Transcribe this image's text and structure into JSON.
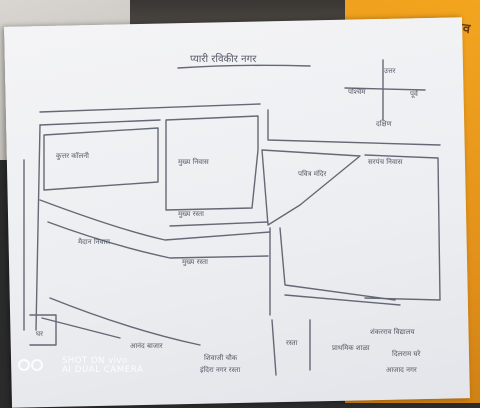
{
  "watermark": {
    "line1": "SHOT ON vivo",
    "line2": "AI DUAL CAMERA"
  },
  "folder_text": "ाव",
  "map_labels": {
    "title": "प्यारी रविकीर नगर",
    "compass_north": "उत्तर",
    "compass_west": "पश्चिम",
    "compass_east": "पूर्व",
    "compass_south": "दक्षिण",
    "l1": "कुत्तर कॉलनी",
    "l2": "मुख्य निवास",
    "l3": "पवित्र मंदिर",
    "l4": "सरपंच निवास",
    "l5": "मुख्य रस्ता",
    "l6": "मैदान निवास",
    "l7": "मुख्य रस्ता",
    "l8": "आनंद बाजार",
    "l9": "घर",
    "l10": "शिवाजी चौक",
    "l11": "रस्ता",
    "l12": "प्राथमिक शाळा",
    "l13": "शंकरराव विद्यालय",
    "l14": "दिलराम घरे",
    "l15": "आजाद नगर",
    "l16": "इंदिरा नगर रस्ता"
  }
}
